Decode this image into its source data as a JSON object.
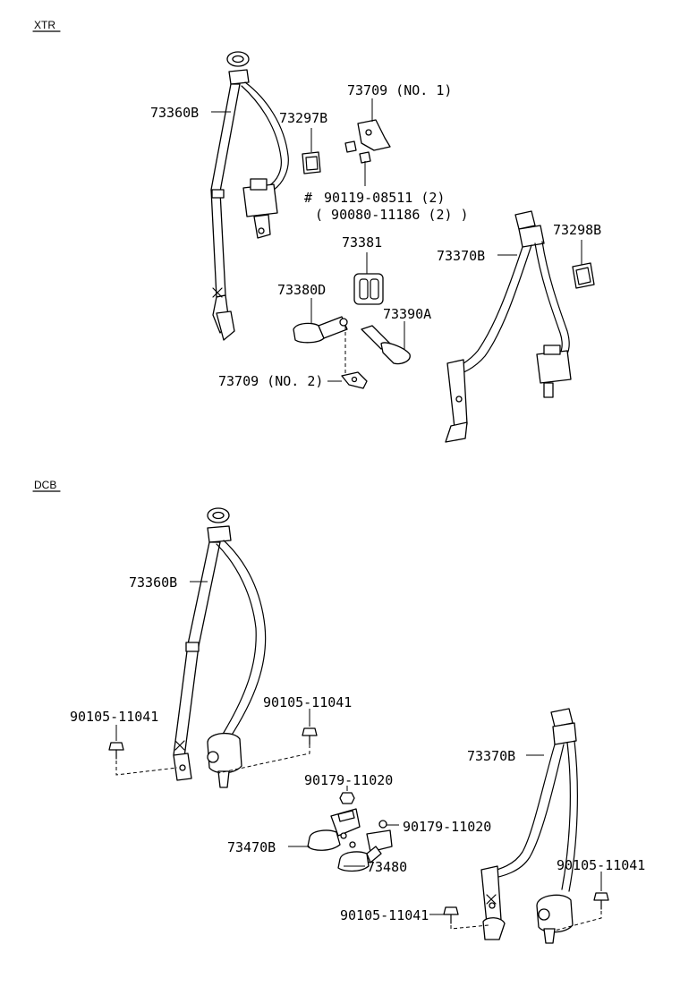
{
  "sections": {
    "xtr": {
      "title": "XTR",
      "labels": {
        "belt_front_outer": "73360B",
        "cover_front": "73297B",
        "bracket_no1": "73709 (NO. 1)",
        "bolt_primary": "90119-08511 (2)",
        "bolt_alt": "( 90080-11186 (2) )",
        "hash_mark": "#",
        "belt_rear_outer": "73370B",
        "cover_rear": "73298B",
        "cover_buckle": "73381",
        "buckle_inner_left": "73380D",
        "buckle_inner_right": "73390A",
        "bracket_no2": "73709 (NO. 2)"
      }
    },
    "dcb": {
      "title": "DCB",
      "labels": {
        "belt_front_outer": "73360B",
        "bolt_front_left": "90105-11041",
        "bolt_front_right": "90105-11041",
        "nut_upper": "90179-11020",
        "nut_right": "90179-11020",
        "buckle_left": "73470B",
        "buckle_right": "73480",
        "belt_rear_outer": "73370B",
        "bolt_rear_right": "90105-11041",
        "bolt_rear_left": "90105-11041"
      }
    }
  },
  "colors": {
    "line": "#000000",
    "background": "#ffffff"
  }
}
